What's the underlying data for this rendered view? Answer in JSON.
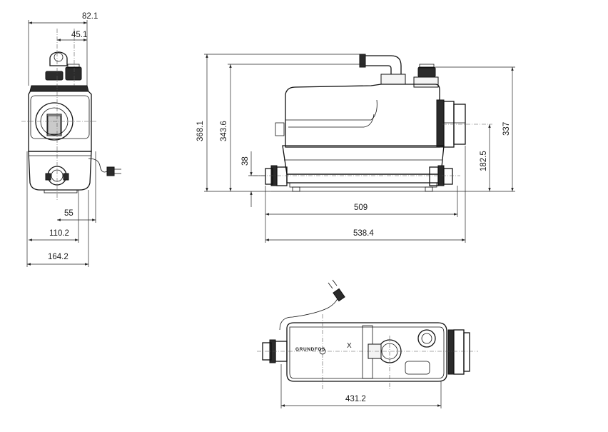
{
  "dimensions": {
    "front_82_1": "82.1",
    "front_45_1": "45.1",
    "front_55": "55",
    "front_110_2": "110.2",
    "front_164_2": "164.2",
    "side_368_1": "368.1",
    "side_343_6": "343.6",
    "side_38": "38",
    "side_509": "509",
    "side_538_4": "538.4",
    "side_182_5": "182.5",
    "side_337": "337",
    "top_431_2": "431.2"
  },
  "brand": {
    "logo_text": "GRUNDFOS",
    "logo_mark": "X"
  }
}
